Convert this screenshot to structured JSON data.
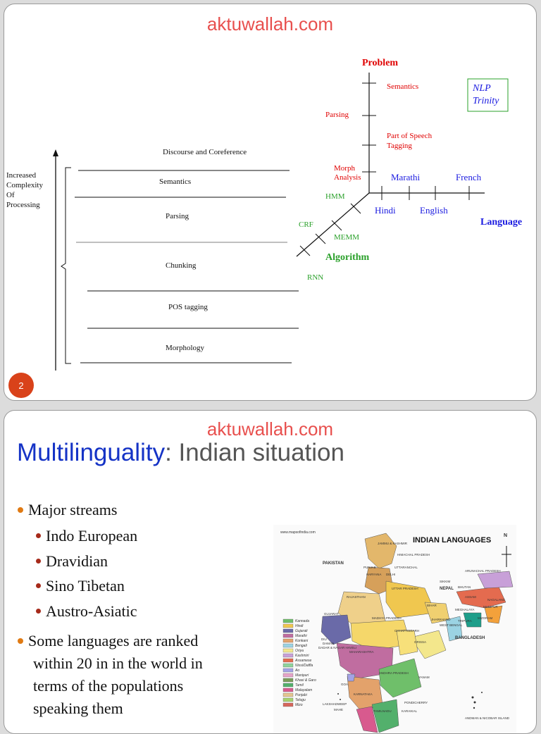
{
  "slide1": {
    "watermark": "aktuwallah.com",
    "page_number": "2",
    "left_axis_label": [
      "Increased",
      "Complexity",
      "Of",
      "Processing"
    ],
    "layers": [
      "Discourse and Coreference",
      "Semantics",
      "Parsing",
      "Chunking",
      "POS tagging",
      "Morphology"
    ],
    "trinity": {
      "problem_axis": "Problem",
      "language_axis": "Language",
      "algorithm_axis": "Algorithm",
      "box": [
        "NLP",
        "Trinity"
      ],
      "problem_items": [
        "Semantics",
        "Parsing",
        "Part of Speech",
        "Tagging",
        "Morph",
        "Analysis"
      ],
      "language_items": [
        "Marathi",
        "French",
        "Hindi",
        "English"
      ],
      "algorithm_items": [
        "HMM",
        "CRF",
        "MEMM",
        "RNN"
      ]
    },
    "colors": {
      "problem": "#e00000",
      "language": "#1a1ae0",
      "algorithm": "#2aa02a"
    }
  },
  "slide2": {
    "watermark": "aktuwallah.com",
    "title_strong": "Multilinguality",
    "title_rest": ": Indian situation",
    "bullets": [
      {
        "text": "Major streams",
        "sub": [
          "Indo European",
          "Dravidian",
          "Sino Tibetan",
          "Austro-Asiatic"
        ]
      },
      {
        "text": "Some languages are ranked",
        "cont": [
          "within 20 in in the world in",
          "terms of the populations",
          "speaking them"
        ]
      }
    ],
    "map": {
      "source": "www.mapsofindia.com",
      "title": "INDIAN LANGUAGES",
      "north": "N",
      "regions": [
        "JAMMU & KASHMIR",
        "HIMACHAL PRADESH",
        "PAKISTAN",
        "PUNJAB",
        "UTTARANCHAL",
        "HARYANA",
        "DELHI",
        "ARUNACHAL PRADESH",
        "SIKKIM",
        "NEPAL",
        "BHUTAN",
        "UTTAR PRADESH",
        "RAJASTHAN",
        "ASSAM",
        "NAGALAND",
        "BIHAR",
        "MEGHALAYA",
        "MANIPUR",
        "GUJARAT",
        "MADHYA PRADESH",
        "JHARKHAND",
        "TRIPURA",
        "MIZORAM",
        "WEST BENGAL",
        "CHHATTISGARH",
        "BANGLADESH",
        "DIU",
        "DAMAN",
        "DADAR & NAGAR HAVELI",
        "ORISSA",
        "MAHARASHTRA",
        "ANDHRA PRADESH",
        "YANAM",
        "GOA",
        "KARNATAKA",
        "LAKSHADWEEP",
        "MAHE",
        "TAMILNADU",
        "PONDICHERRY",
        "KARAIKAL",
        "ANDMAN & NICOBAR ISLAND"
      ],
      "legend": [
        "Kannada",
        "Hindi",
        "Gujarati",
        "Marathi",
        "Konkani",
        "Bengali",
        "Oriya",
        "Kashmiri",
        "Assamese",
        "Nissi/Daffla",
        "Ao",
        "Manipuri",
        "Khasi & Garo",
        "Tamil",
        "Malayalam",
        "Punjabi",
        "Telugu",
        "Mizo"
      ],
      "legend_colors": [
        "#6fbf6a",
        "#f0c74f",
        "#6a6aa8",
        "#c06da0",
        "#e3a26b",
        "#9bd3e3",
        "#f3e78c",
        "#c8a0d8",
        "#e46b4f",
        "#8ed39b",
        "#a3a3e6",
        "#e6a3c8",
        "#7b9d5a",
        "#53b06c",
        "#d85a8e",
        "#e4c590",
        "#a6d26e",
        "#d6675c"
      ]
    }
  }
}
